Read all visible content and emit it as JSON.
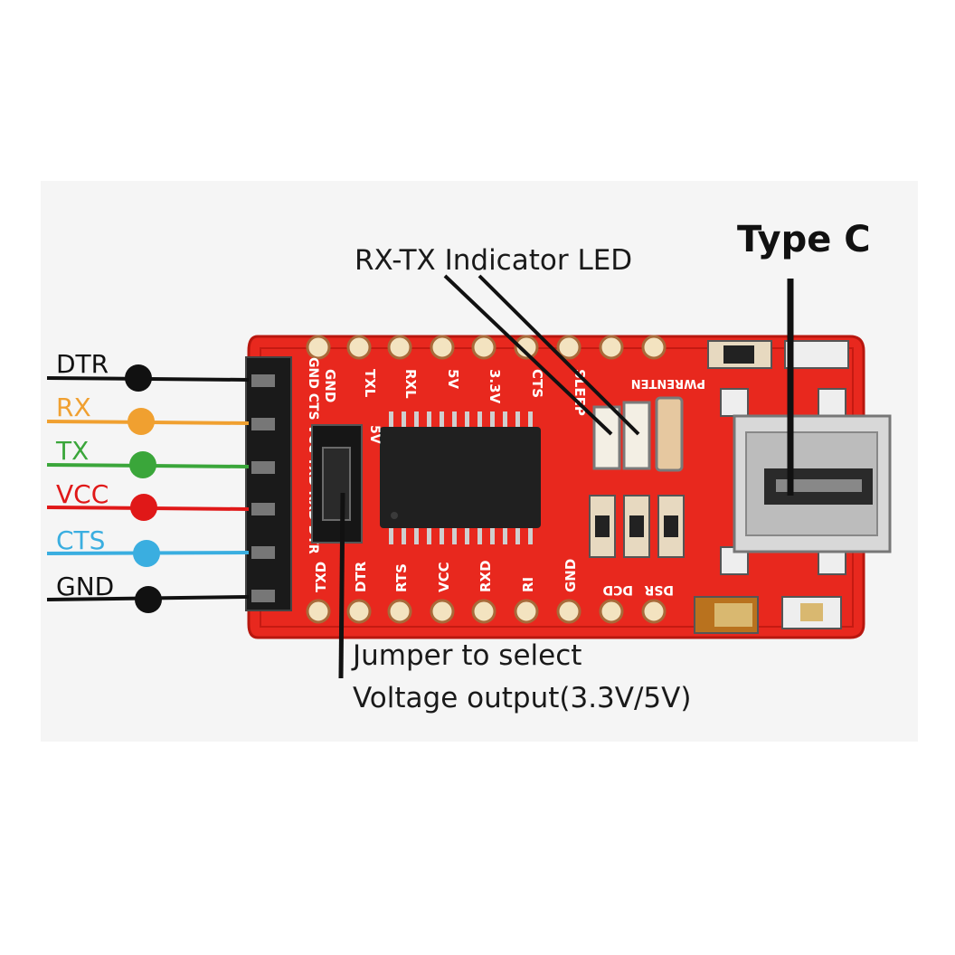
{
  "pin_labels": [
    {
      "text": "DTR",
      "color": "#111111"
    },
    {
      "text": "RX",
      "color": "#f0a030"
    },
    {
      "text": "TX",
      "color": "#3aa63a"
    },
    {
      "text": "VCC",
      "color": "#e01818"
    },
    {
      "text": "CTS",
      "color": "#3aaee0"
    },
    {
      "text": "GND",
      "color": "#111111"
    }
  ],
  "callouts": {
    "led": "RX-TX Indicator LED",
    "usb": "Type C",
    "jumper_line1": "Jumper to select",
    "jumper_line2": "Voltage output(3.3V/5V)"
  },
  "silkscreen": {
    "top": [
      "GND",
      "TXL",
      "RXL",
      "5V",
      "3.3V",
      "CTS",
      "SLEEP",
      "PWRENTEN"
    ],
    "bottom": [
      "TXD",
      "DTR",
      "RTS",
      "VCC",
      "RXD",
      "RI",
      "GND",
      "DCD",
      "DSR"
    ],
    "header_side": "GND CTS VCC TXD RXD DTR",
    "jumper_side": "5V"
  },
  "colors": {
    "board": "#e8281e",
    "board_dark": "#c51a12",
    "pad": "#f3e3c0",
    "chip": "#202020"
  }
}
